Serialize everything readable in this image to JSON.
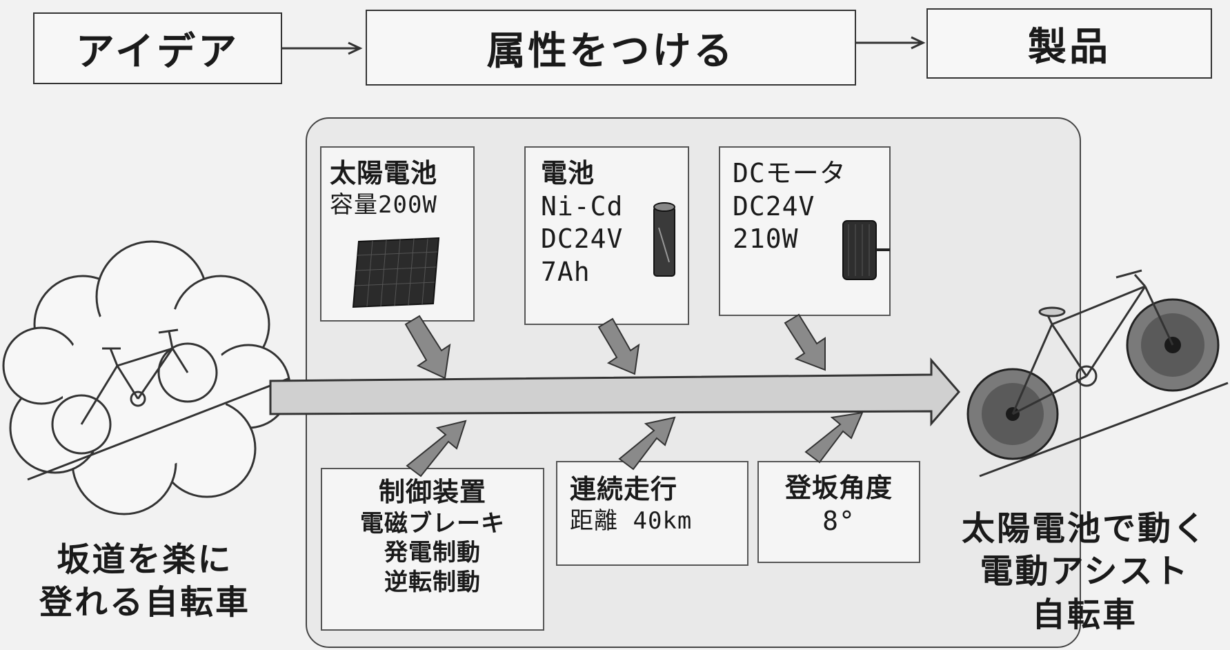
{
  "header": {
    "idea": "アイデア",
    "attributes": "属性をつける",
    "product": "製品"
  },
  "cards_top": [
    {
      "lines": [
        "太陽電池",
        "容量200W"
      ]
    },
    {
      "lines": [
        "電池",
        "Ni-Cd",
        "DC24V",
        "7Ah"
      ]
    },
    {
      "lines": [
        "DCモータ",
        "DC24V",
        "210W"
      ]
    }
  ],
  "cards_bottom": [
    {
      "lines": [
        "制御装置",
        "電磁ブレーキ",
        "発電制動",
        "逆転制動"
      ]
    },
    {
      "lines": [
        "連続走行",
        "距離 40km"
      ]
    },
    {
      "lines": [
        "登坂角度",
        "8°"
      ]
    }
  ],
  "left_caption": {
    "line1": "坂道を楽に",
    "line2": "登れる自転車"
  },
  "right_caption": {
    "line1": "太陽電池で動く",
    "line2": "電動アシスト",
    "line3": "自転車"
  },
  "icons": [
    "solar-panel-icon",
    "battery-icon",
    "dc-motor-icon",
    "bicycle-idea-icon",
    "solar-bicycle-icon"
  ]
}
